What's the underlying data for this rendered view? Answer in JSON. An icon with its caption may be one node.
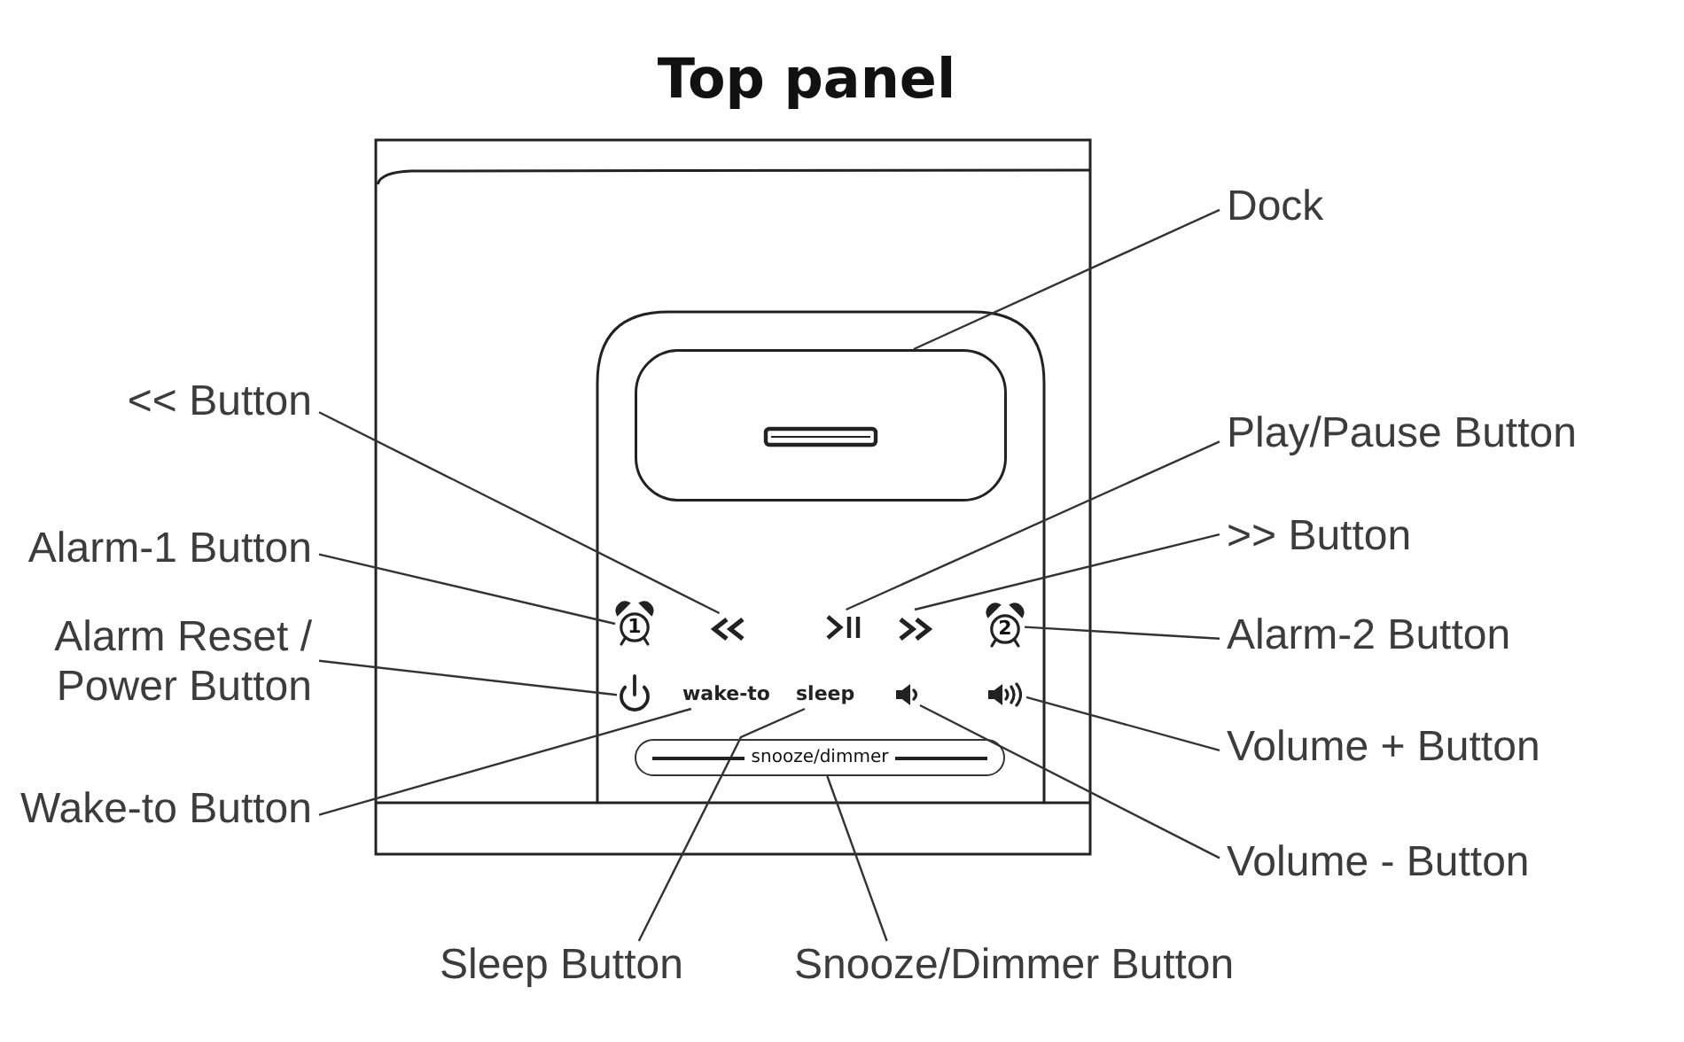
{
  "diagram": {
    "title": "Top panel",
    "nodes": [
      {
        "text": [
          "Dock"
        ]
      },
      {
        "text": [
          "<< Button"
        ]
      },
      {
        "text": [],
        "shape": "box"
      },
      {
        "text": [
          "Play/Pause Button"
        ]
      },
      {
        "text": [
          "Alarm-1 Button"
        ]
      },
      {
        "text": [
          ">> Button"
        ]
      },
      {
        "text": [
          "1"
        ]
      },
      {
        "text": [],
        "shape": "picture"
      },
      {
        "text": [],
        "shape": "picture"
      },
      {
        "text": [],
        "shape": "picture"
      },
      {
        "text": [
          "2"
        ]
      },
      {
        "text": [
          "Alarm-2 Button"
        ]
      },
      {
        "text": [
          "Alarm Reset / Power Button"
        ]
      },
      {
        "text": [],
        "shape": "picture"
      },
      {
        "text": [
          "wake-to"
        ]
      },
      {
        "text": [
          "sleep"
        ]
      },
      {
        "text": [],
        "shape": "picture"
      },
      {
        "text": [],
        "shape": "picture"
      },
      {
        "text": [
          "Volume + Button"
        ]
      },
      {
        "text": [
          "snooze/dimmer"
        ]
      },
      {
        "text": [
          "Wake-to Button"
        ]
      },
      {
        "text": [
          "Volume - Button"
        ]
      },
      {
        "text": [
          "Sleep Button"
        ]
      },
      {
        "text": [
          "Snooze/Dimmer Button"
        ]
      }
    ],
    "edges": [
      {
        "from": 0,
        "to": 2,
        "arrow": "none"
      },
      {
        "from": 1,
        "to": 7,
        "arrow": "none"
      },
      {
        "from": 3,
        "to": 8,
        "arrow": "none"
      },
      {
        "from": 4,
        "to": 6,
        "arrow": "none"
      },
      {
        "from": 5,
        "to": 9,
        "arrow": "none"
      },
      {
        "from": 11,
        "to": 10,
        "arrow": "none"
      },
      {
        "from": 12,
        "to": 13,
        "arrow": "none"
      },
      {
        "from": 18,
        "to": 17,
        "arrow": "none"
      },
      {
        "from": 20,
        "to": 14,
        "arrow": "none"
      },
      {
        "from": 21,
        "to": 16,
        "arrow": "none"
      },
      {
        "from": 22,
        "to": 15,
        "arrow": "none"
      },
      {
        "from": 23,
        "to": 19,
        "arrow": "none"
      }
    ]
  }
}
